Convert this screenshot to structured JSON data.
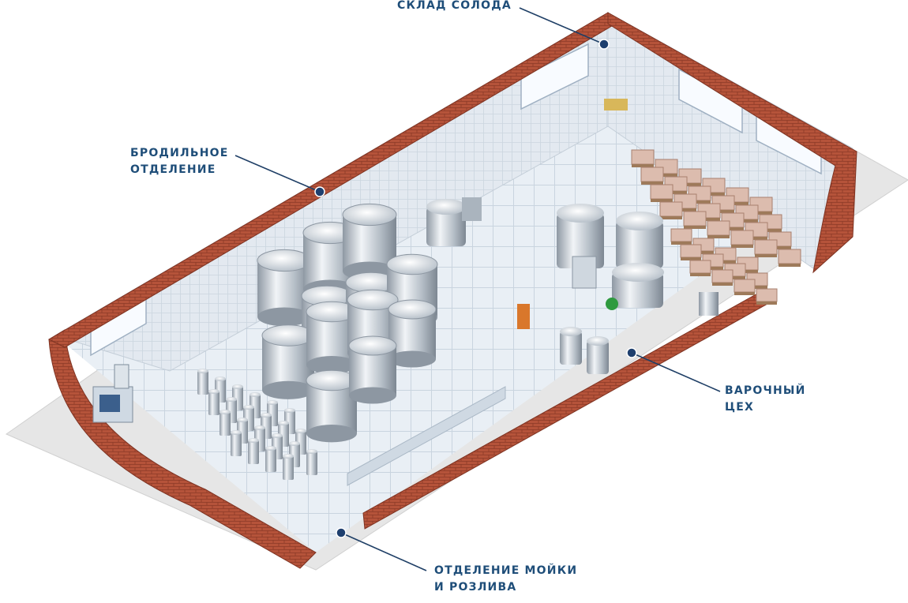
{
  "labels": {
    "malt_storage": {
      "line1": "СКЛАД СОЛОДА"
    },
    "fermentation": {
      "line1": "БРОДИЛЬНОЕ",
      "line2": "ОТДЕЛЕНИЕ"
    },
    "brewhouse": {
      "line1": "ВАРОЧНЫЙ",
      "line2": "ЦЕХ"
    },
    "washing_bottling": {
      "line1": "ОТДЕЛЕНИЕ МОЙКИ",
      "line2": "И РОЗЛИВА"
    }
  },
  "colors": {
    "label_text": "#1f4e79",
    "leader_line": "#1f3f66",
    "marker_dot": "#1e3f6e",
    "brick": "#b5533a",
    "floor": "#e6edf4",
    "wall": "#dfe6ee",
    "ground": "#e7e7e7"
  }
}
